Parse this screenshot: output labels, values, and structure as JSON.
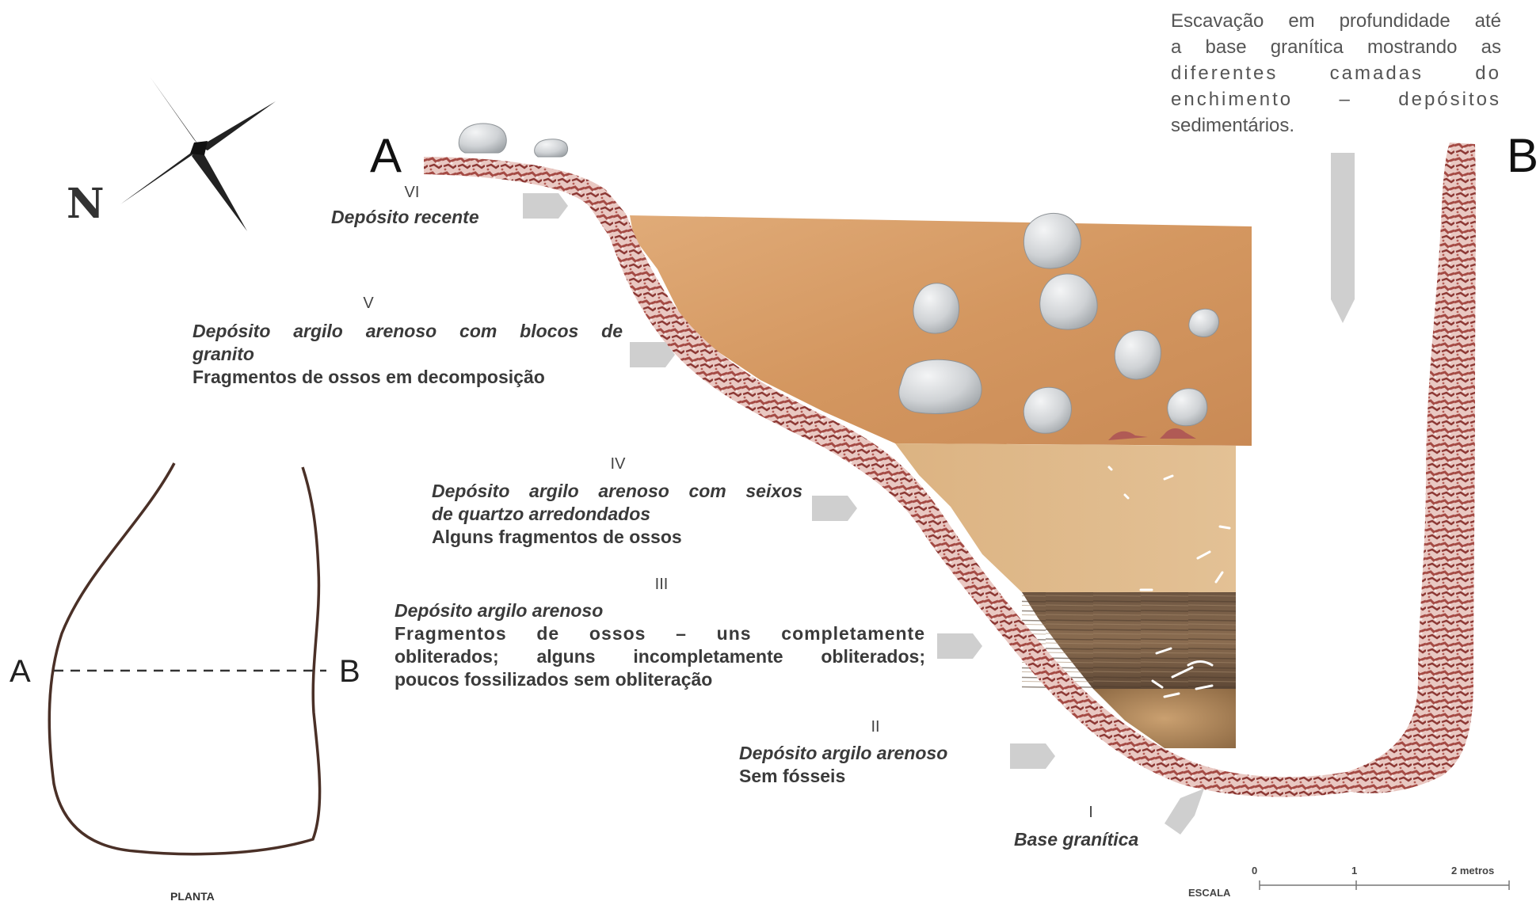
{
  "section": {
    "start": "A",
    "end": "B"
  },
  "compass": {
    "north_label": "N"
  },
  "plan": {
    "caption": "PLANTA",
    "section_start": "A",
    "section_end": "B"
  },
  "excavation_note": {
    "lines": [
      "Escavação em profundidade até",
      "a base granítica mostrando as",
      "diferentes camadas do",
      "enchimento – depósitos",
      "sedimentários."
    ]
  },
  "layers": [
    {
      "numeral": "VI",
      "title": "Depósito recente",
      "desc": []
    },
    {
      "numeral": "V",
      "title_lines": [
        "Depósito argilo arenoso com blocos de",
        "granito"
      ],
      "desc": [
        "Fragmentos de ossos em decomposição"
      ]
    },
    {
      "numeral": "IV",
      "title_lines": [
        "Depósito argilo arenoso com seixos",
        "de quartzo arredondados"
      ],
      "desc": [
        "Alguns fragmentos de ossos"
      ]
    },
    {
      "numeral": "III",
      "title_lines": [
        "Depósito argilo arenoso"
      ],
      "desc": [
        "Fragmentos de ossos – uns completamente",
        "obliterados; alguns incompletamente obliterados;",
        "poucos fossilizados sem obliteração"
      ]
    },
    {
      "numeral": "II",
      "title_lines": [
        "Depósito argilo arenoso"
      ],
      "desc": [
        "Sem fósseis"
      ]
    },
    {
      "numeral": "I",
      "title_lines": [
        "Base granítica"
      ],
      "desc": []
    }
  ],
  "scale": {
    "label": "ESCALA",
    "ticks": [
      "0",
      "1",
      "2 metros"
    ]
  },
  "colors": {
    "rock": "#b05a55",
    "rock_light": "#f0d8d4",
    "layer_v": "#d9a06a",
    "layer_iv": "#dfb888",
    "layer_iii": "#7a5e45",
    "layer_ii": "#b08a5c",
    "boulder": "#cfd2d4",
    "arrow": "#cfcfcf"
  }
}
